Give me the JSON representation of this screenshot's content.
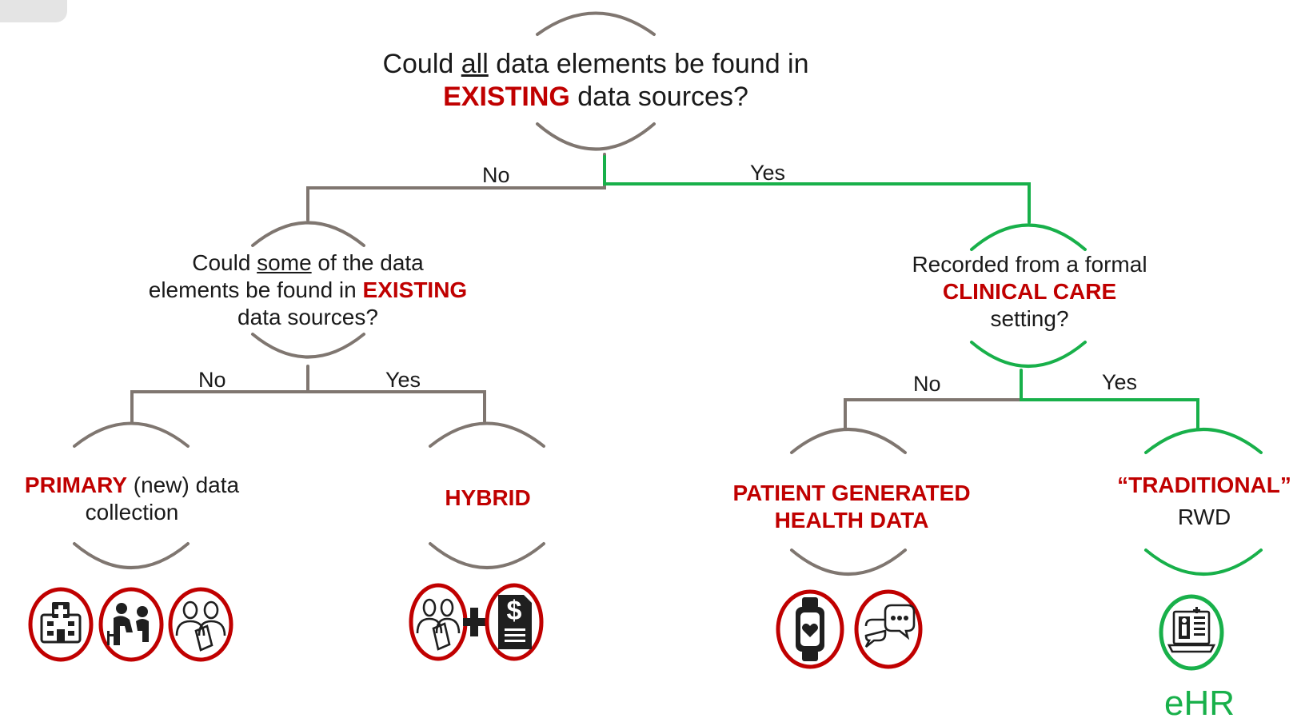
{
  "colors": {
    "accent_red": "#c00000",
    "no_path": "#7f7670",
    "yes_path": "#18b04a",
    "text": "#1a1a1a",
    "icon_fill": "#1f1f1f"
  },
  "root": {
    "text_1": "Could ",
    "emph": "all",
    "text_2": " data elements be found in",
    "highlight": "EXISTING",
    "text_3": " data sources?"
  },
  "left_question": {
    "text_1": "Could ",
    "emph": "some",
    "text_2": " of the data",
    "text_3": "elements be found in ",
    "highlight": "EXISTING",
    "text_4": "data sources?"
  },
  "right_question": {
    "text_1": "Recorded from a formal",
    "highlight": "CLINICAL CARE",
    "text_2": "setting?"
  },
  "branches": {
    "root_no": "No",
    "root_yes": "Yes",
    "left_no": "No",
    "left_yes": "Yes",
    "right_no": "No",
    "right_yes": "Yes"
  },
  "outcomes": {
    "primary": {
      "highlight": "PRIMARY",
      "text_1": " (new) data",
      "text_2": "collection",
      "icons": [
        "hospital-icon",
        "clinician-patient-icon",
        "survey-people-icon"
      ]
    },
    "hybrid": {
      "highlight": "HYBRID",
      "icons": [
        "survey-people-icon",
        "plus-icon",
        "billing-document-icon"
      ]
    },
    "pghd": {
      "highlight_1": "PATIENT GENERATED",
      "highlight_2": "HEALTH DATA",
      "icons": [
        "smartwatch-icon",
        "chat-bubbles-icon"
      ]
    },
    "traditional": {
      "highlight": "“TRADITIONAL”",
      "text_1": "RWD",
      "icons": [
        "ehr-record-icon"
      ],
      "caption": "eHR"
    }
  }
}
